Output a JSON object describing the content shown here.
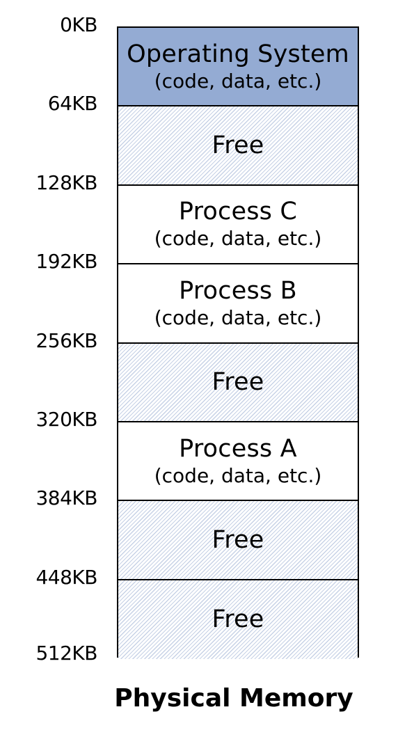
{
  "caption": "Physical Memory",
  "address_labels": [
    "0KB",
    "64KB",
    "128KB",
    "192KB",
    "256KB",
    "320KB",
    "384KB",
    "448KB",
    "512KB"
  ],
  "blocks": [
    {
      "kind": "os",
      "title": "Operating System",
      "subtitle": "(code, data, etc.)"
    },
    {
      "kind": "free",
      "title": "Free",
      "subtitle": ""
    },
    {
      "kind": "process",
      "title": "Process C",
      "subtitle": "(code, data, etc.)"
    },
    {
      "kind": "process",
      "title": "Process B",
      "subtitle": "(code, data, etc.)"
    },
    {
      "kind": "free",
      "title": "Free",
      "subtitle": ""
    },
    {
      "kind": "process",
      "title": "Process A",
      "subtitle": "(code, data, etc.)"
    },
    {
      "kind": "free",
      "title": "Free",
      "subtitle": ""
    },
    {
      "kind": "free",
      "title": "Free",
      "subtitle": ""
    }
  ],
  "colors": {
    "os_fill": "#94abd3",
    "free_hatch": "#c7d2e6",
    "process_fill": "#ffffff",
    "border": "#000000"
  }
}
